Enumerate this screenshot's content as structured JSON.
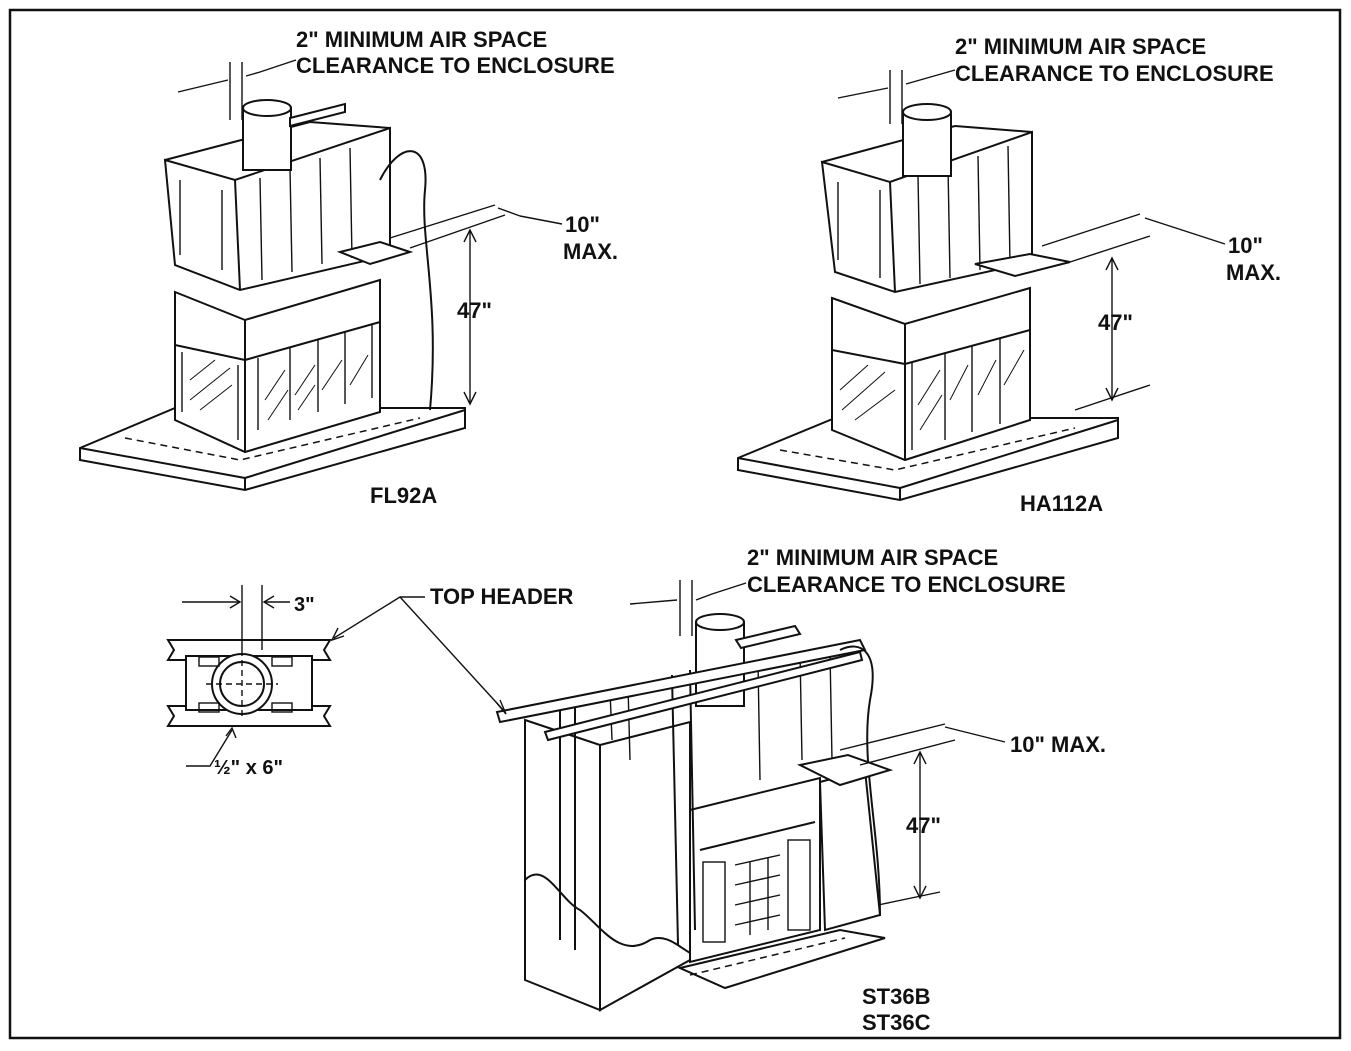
{
  "colors": {
    "line": "#111111",
    "paper": "#ffffff"
  },
  "clearance": {
    "line1": "2\" MINIMUM AIR SPACE",
    "line2": "CLEARANCE TO ENCLOSURE"
  },
  "units": [
    {
      "model": "FL92A",
      "height_dim": "47\"",
      "max_line1": "10\"",
      "max_line2": "MAX."
    },
    {
      "model": "HA112A",
      "height_dim": "47\"",
      "max_line1": "10\"",
      "max_line2": "MAX."
    },
    {
      "model_line1": "ST36B",
      "model_line2": "ST36C",
      "height_dim": "47\"",
      "max_label": "10\" MAX."
    }
  ],
  "top_header": {
    "label": "TOP HEADER",
    "dim_offset": "3\"",
    "dim_size": "½\" x 6\""
  }
}
